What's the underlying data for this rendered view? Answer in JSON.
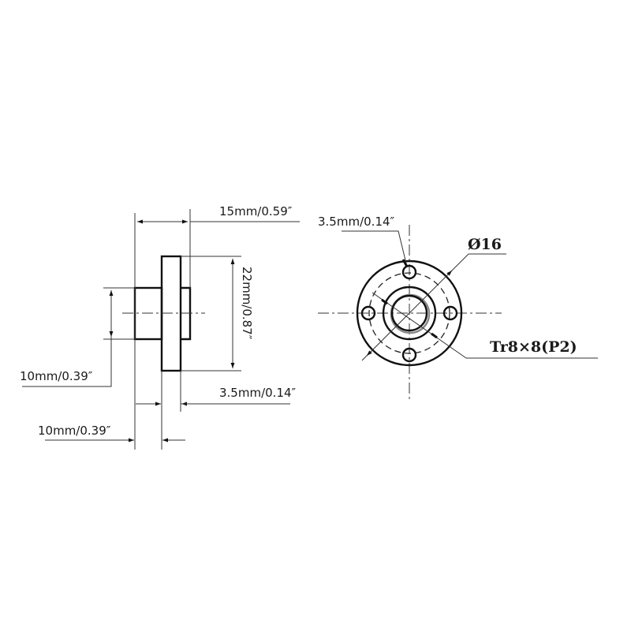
{
  "drawing": {
    "title": "Lead screw flange nut technical drawing",
    "side_view": {
      "dimensions": {
        "overall_length": "15mm/0.59″",
        "flange_diameter": "22mm/0.87″",
        "hub_diameter": "10mm/0.39″",
        "flange_thickness": "3.5mm/0.14″",
        "hub_length": "10mm/0.39″"
      }
    },
    "front_view": {
      "dimensions": {
        "mounting_hole": "3.5mm/0.14″",
        "bolt_circle": "Ø16",
        "thread": "Tr8×8(P2)"
      },
      "mounting_holes_count": 4
    },
    "colors": {
      "line": "#111111",
      "background": "#ffffff"
    }
  }
}
